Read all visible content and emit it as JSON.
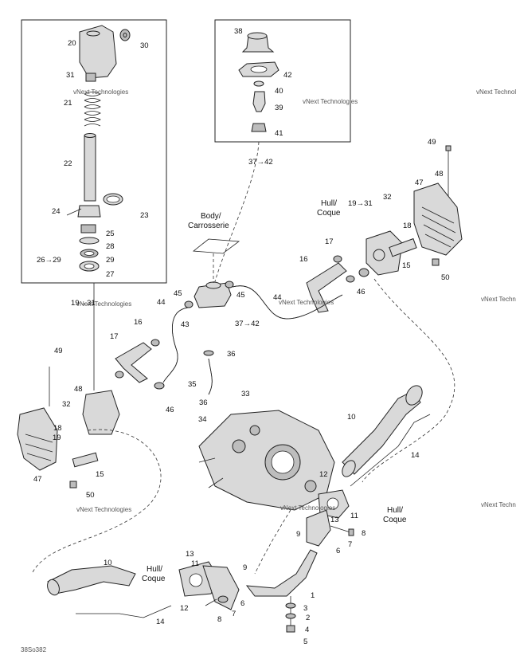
{
  "diagram": {
    "callouts": [
      {
        "id": "c20",
        "text": "20"
      },
      {
        "id": "c30",
        "text": "30"
      },
      {
        "id": "c31a",
        "text": "31"
      },
      {
        "id": "c21",
        "text": "21"
      },
      {
        "id": "c22",
        "text": "22"
      },
      {
        "id": "c24",
        "text": "24"
      },
      {
        "id": "c23",
        "text": "23"
      },
      {
        "id": "c25",
        "text": "25"
      },
      {
        "id": "c28",
        "text": "28"
      },
      {
        "id": "c26_29",
        "text": "26→29"
      },
      {
        "id": "c29",
        "text": "29"
      },
      {
        "id": "c27",
        "text": "27"
      },
      {
        "id": "c38",
        "text": "38"
      },
      {
        "id": "c42",
        "text": "42"
      },
      {
        "id": "c40",
        "text": "40"
      },
      {
        "id": "c39",
        "text": "39"
      },
      {
        "id": "c41",
        "text": "41"
      },
      {
        "id": "c37_42a",
        "text": "37→42"
      },
      {
        "id": "c49a",
        "text": "49"
      },
      {
        "id": "c48a",
        "text": "48"
      },
      {
        "id": "c47a",
        "text": "47"
      },
      {
        "id": "c19_31a",
        "text": "19→31"
      },
      {
        "id": "c32a",
        "text": "32"
      },
      {
        "id": "c18a",
        "text": "18"
      },
      {
        "id": "c17a",
        "text": "17"
      },
      {
        "id": "c16a",
        "text": "16"
      },
      {
        "id": "c15a",
        "text": "15"
      },
      {
        "id": "c50a",
        "text": "50"
      },
      {
        "id": "c46a",
        "text": "46"
      },
      {
        "id": "c44a",
        "text": "44"
      },
      {
        "id": "c19_31b",
        "text": "19→31"
      },
      {
        "id": "c17b",
        "text": "17"
      },
      {
        "id": "c16b",
        "text": "16"
      },
      {
        "id": "c45a",
        "text": "45"
      },
      {
        "id": "c45b",
        "text": "45"
      },
      {
        "id": "c44b",
        "text": "44"
      },
      {
        "id": "c43",
        "text": "43"
      },
      {
        "id": "c37_42b",
        "text": "37→42"
      },
      {
        "id": "c36a",
        "text": "36"
      },
      {
        "id": "c35",
        "text": "35"
      },
      {
        "id": "c46b",
        "text": "46"
      },
      {
        "id": "c36b",
        "text": "36"
      },
      {
        "id": "c33",
        "text": "33"
      },
      {
        "id": "c34",
        "text": "34"
      },
      {
        "id": "c49b",
        "text": "49"
      },
      {
        "id": "c48b",
        "text": "48"
      },
      {
        "id": "c32b",
        "text": "32"
      },
      {
        "id": "c18b",
        "text": "18"
      },
      {
        "id": "c19",
        "text": "19"
      },
      {
        "id": "c47b",
        "text": "47"
      },
      {
        "id": "c15b",
        "text": "15"
      },
      {
        "id": "c50b",
        "text": "50"
      },
      {
        "id": "c10a",
        "text": "10"
      },
      {
        "id": "c14a",
        "text": "14"
      },
      {
        "id": "c12a",
        "text": "12"
      },
      {
        "id": "c11a",
        "text": "11"
      },
      {
        "id": "c13a",
        "text": "13"
      },
      {
        "id": "c9a",
        "text": "9"
      },
      {
        "id": "c6a",
        "text": "6"
      },
      {
        "id": "c7a",
        "text": "7"
      },
      {
        "id": "c8a",
        "text": "8"
      },
      {
        "id": "c10b",
        "text": "10"
      },
      {
        "id": "c13b",
        "text": "13"
      },
      {
        "id": "c11b",
        "text": "11"
      },
      {
        "id": "c9b",
        "text": "9"
      },
      {
        "id": "c1",
        "text": "1"
      },
      {
        "id": "c3",
        "text": "3"
      },
      {
        "id": "c2",
        "text": "2"
      },
      {
        "id": "c4",
        "text": "4"
      },
      {
        "id": "c5",
        "text": "5"
      },
      {
        "id": "c12b",
        "text": "12"
      },
      {
        "id": "c8b",
        "text": "8"
      },
      {
        "id": "c7b",
        "text": "7"
      },
      {
        "id": "c6b",
        "text": "6"
      },
      {
        "id": "c14b",
        "text": "14"
      }
    ],
    "labels": {
      "body_carrosserie_1": "Body/",
      "body_carrosserie_2": "Carrosserie",
      "hull_coque_a1": "Hull/",
      "hull_coque_a2": "Coque",
      "hull_coque_b1": "Hull/",
      "hull_coque_b2": "Coque",
      "hull_coque_c1": "Hull/",
      "hull_coque_c2": "Coque"
    },
    "watermark": "vNext Technologies",
    "figure_code": "38So382"
  }
}
